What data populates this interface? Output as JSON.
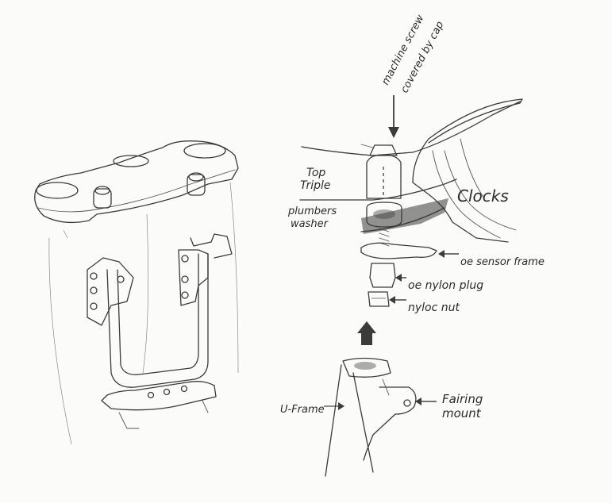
{
  "labels": {
    "machine_screw": "machine screw",
    "covered_by_cap": "covered by cap",
    "top_triple_1": "Top",
    "top_triple_2": "Triple",
    "plumbers_washer_1": "plumbers",
    "plumbers_washer_2": "washer",
    "clocks": "Clocks",
    "oe_sensor_frame": "oe sensor frame",
    "oe_nylon_plug": "oe nylon plug",
    "nyloc_nut": "nyloc nut",
    "u_frame": "U-Frame",
    "fairing_mount_1": "Fairing",
    "fairing_mount_2": "mount"
  },
  "colors": {
    "paper": "#fbfbf9",
    "pencil": "#3a3a3a"
  }
}
